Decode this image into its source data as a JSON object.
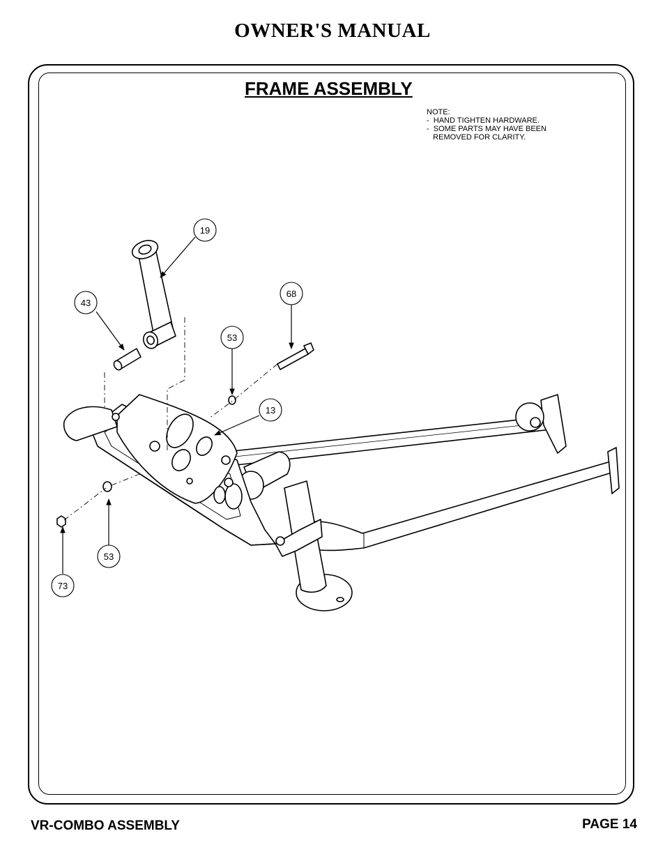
{
  "header": {
    "title": "OWNER'S MANUAL"
  },
  "section": {
    "title": "FRAME ASSEMBLY"
  },
  "note": {
    "text": "NOTE:\n-  HAND TIGHTEN HARDWARE.\n-  SOME PARTS MAY HAVE BEEN\n   REMOVED FOR CLARITY."
  },
  "callouts": {
    "c19": "19",
    "c43": "43",
    "c68": "68",
    "c53a": "53",
    "c13": "13",
    "c53b": "53",
    "c73": "73"
  },
  "footer": {
    "left": "VR-COMBO ASSEMBLY",
    "right": "PAGE 14"
  }
}
